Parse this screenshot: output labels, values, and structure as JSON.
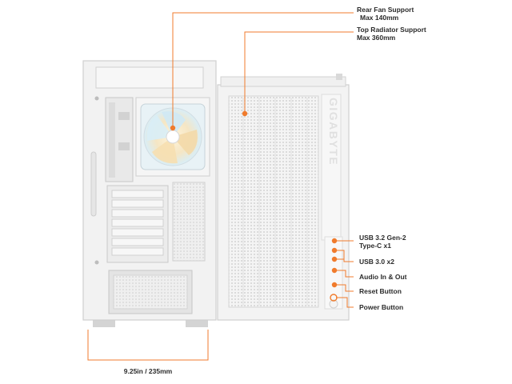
{
  "brand": {
    "side_logo_text": "GIGABYTE"
  },
  "callouts": {
    "rear_fan_line1": "Rear Fan Support",
    "rear_fan_line2": "Max 140mm",
    "top_radiator_line1": "Top Radiator Support",
    "top_radiator_line2": "Max 360mm",
    "usb_c_line1": "USB 3.2 Gen-2",
    "usb_c_line2": "Type-C x1",
    "usb_a": "USB 3.0 x2",
    "audio": "Audio In & Out",
    "reset": "Reset Button",
    "power": "Power Button"
  },
  "dimension": {
    "width_label": "9.25in / 235mm"
  },
  "colors": {
    "accent": "#f07b2c",
    "case_white": "#f2f2f2",
    "case_shadow": "#cfcfcf",
    "text": "#2b2b2b"
  },
  "icons": {
    "fan": "fan-icon",
    "port_dot": "callout-dot-icon"
  }
}
